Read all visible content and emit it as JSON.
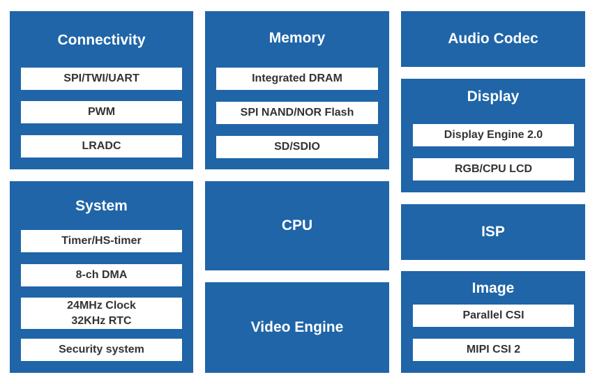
{
  "colors": {
    "block": "#1f65a8",
    "item_bg": "#ffffff",
    "item_text": "#333333",
    "title_text": "#ffffff"
  },
  "connectivity": {
    "title": "Connectivity",
    "items": [
      "SPI/TWI/UART",
      "PWM",
      "LRADC"
    ]
  },
  "memory": {
    "title": "Memory",
    "items": [
      "Integrated DRAM",
      "SPI NAND/NOR Flash",
      "SD/SDIO"
    ]
  },
  "audio": {
    "title": "Audio Codec"
  },
  "display": {
    "title": "Display",
    "items": [
      "Display Engine 2.0",
      "RGB/CPU LCD"
    ]
  },
  "system": {
    "title": "System",
    "items": [
      "Timer/HS-timer",
      "8-ch DMA",
      "24MHz Clock\n32KHz RTC",
      "Security system"
    ]
  },
  "cpu": {
    "title": "CPU"
  },
  "isp": {
    "title": "ISP"
  },
  "video": {
    "title": "Video Engine"
  },
  "image": {
    "title": "Image",
    "items": [
      "Parallel CSI",
      "MIPI CSI 2"
    ]
  }
}
